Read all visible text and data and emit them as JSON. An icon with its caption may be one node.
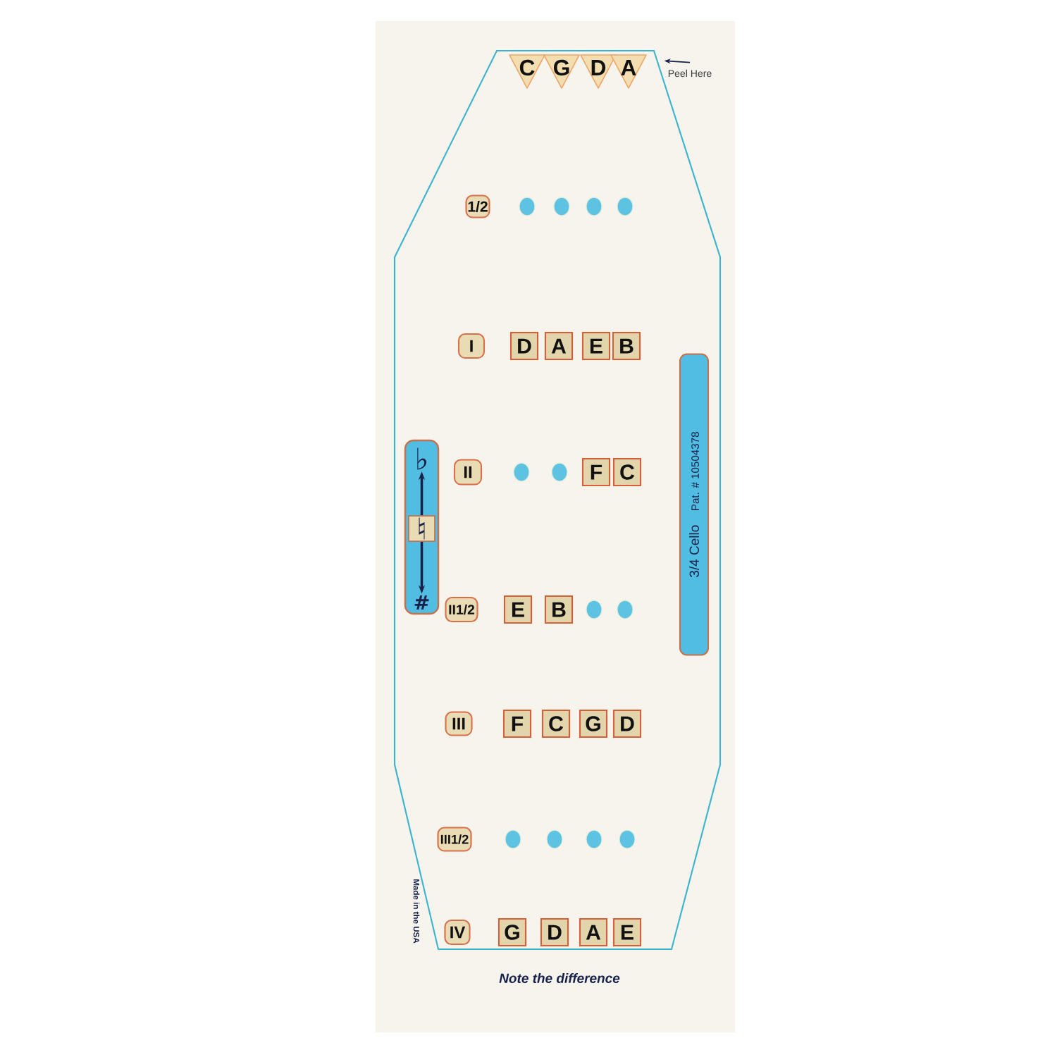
{
  "diagram": {
    "nodes": [
      {
        "text": [],
        "shape": "octagon"
      },
      {
        "text": [
          "C"
        ],
        "in": 0
      },
      {
        "text": [
          "G"
        ],
        "in": 0
      },
      {
        "text": [
          "D"
        ],
        "in": 0
      },
      {
        "text": [
          "A"
        ],
        "in": 0
      },
      {
        "text": [
          "Peel Here"
        ]
      },
      {
        "text": [
          "1/2"
        ],
        "in": 0
      },
      {
        "text": [],
        "shape": "circle",
        "in": 0
      },
      {
        "text": [],
        "shape": "circle",
        "in": 0
      },
      {
        "text": [],
        "shape": "circle",
        "in": 0
      },
      {
        "text": [],
        "shape": "circle",
        "in": 0
      },
      {
        "text": [
          "I"
        ],
        "in": 0
      },
      {
        "text": [
          "D"
        ],
        "in": 0
      },
      {
        "text": [
          "A"
        ],
        "in": 0
      },
      {
        "text": [
          "E"
        ],
        "in": 0
      },
      {
        "text": [
          "B"
        ],
        "in": 0
      },
      {
        "text": [
          "3/4 Cello",
          "Pat. # 10504378"
        ],
        "in": 0
      },
      {
        "text": [],
        "shape": "box",
        "in": 0
      },
      {
        "text": [
          "♭"
        ],
        "in": 17
      },
      {
        "text": [
          "♮"
        ],
        "in": 17
      },
      {
        "text": [
          "#"
        ],
        "in": 17
      },
      {
        "text": [
          "II"
        ],
        "in": 0
      },
      {
        "text": [],
        "shape": "circle",
        "in": 0
      },
      {
        "text": [],
        "shape": "circle",
        "in": 0
      },
      {
        "text": [
          "F"
        ],
        "in": 0
      },
      {
        "text": [
          "C"
        ],
        "in": 0
      },
      {
        "text": [
          "II1/2"
        ],
        "in": 0
      },
      {
        "text": [
          "E"
        ],
        "in": 0
      },
      {
        "text": [
          "B"
        ],
        "in": 0
      },
      {
        "text": [],
        "shape": "circle",
        "in": 0
      },
      {
        "text": [],
        "shape": "circle",
        "in": 0
      },
      {
        "text": [
          "III"
        ],
        "in": 0
      },
      {
        "text": [
          "F"
        ],
        "in": 0
      },
      {
        "text": [
          "C"
        ],
        "in": 0
      },
      {
        "text": [
          "G"
        ],
        "in": 0
      },
      {
        "text": [
          "D"
        ],
        "in": 0
      },
      {
        "text": [
          "III1/2"
        ],
        "in": 0
      },
      {
        "text": [],
        "shape": "circle",
        "in": 0
      },
      {
        "text": [],
        "shape": "circle",
        "in": 0
      },
      {
        "text": [],
        "shape": "circle",
        "in": 0
      },
      {
        "text": [],
        "shape": "circle",
        "in": 0
      },
      {
        "text": [
          "IV"
        ],
        "in": 0
      },
      {
        "text": [
          "G"
        ],
        "in": 0
      },
      {
        "text": [
          "D"
        ],
        "in": 0
      },
      {
        "text": [
          "A"
        ],
        "in": 0
      },
      {
        "text": [
          "E"
        ],
        "in": 0
      }
    ],
    "edges": [
      {
        "from": 5,
        "to": 0,
        "arrow": "to"
      },
      {
        "from": 19,
        "to": 18,
        "arrow": "to"
      },
      {
        "from": 19,
        "to": 20,
        "arrow": "to"
      }
    ],
    "labels": [
      "Made in the USA",
      "Note the difference"
    ]
  }
}
